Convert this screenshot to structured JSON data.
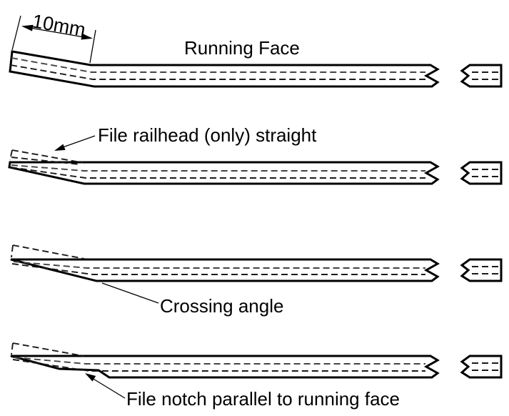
{
  "diagram": {
    "dimension": {
      "label": "10mm"
    },
    "annotations": {
      "running_face": "Running Face",
      "file_railhead": "File railhead (only) straight",
      "crossing_angle": "Crossing angle",
      "file_notch": "File notch parallel to running face"
    },
    "colors": {
      "line": "#000000",
      "background": "#ffffff"
    }
  }
}
